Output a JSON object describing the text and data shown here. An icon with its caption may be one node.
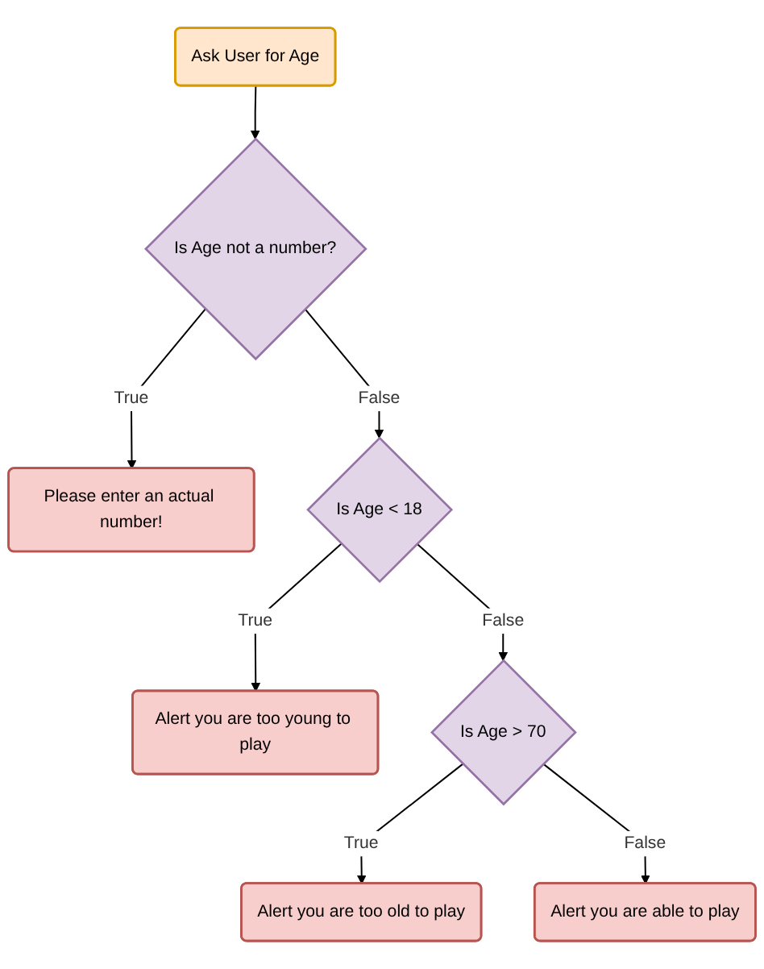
{
  "diagram": {
    "nodes": [
      {
        "text": [
          "Ask User for Age"
        ]
      },
      {
        "text": [
          "Is Age not a number?"
        ]
      },
      {
        "text": [
          "Please enter an actual number!"
        ]
      },
      {
        "text": [
          "Is Age < 18"
        ]
      },
      {
        "text": [
          "Alert you are too young to play"
        ]
      },
      {
        "text": [
          "Is Age > 70"
        ]
      },
      {
        "text": [
          "Alert you are too old to play"
        ]
      },
      {
        "text": [
          "Alert you are able to play"
        ]
      }
    ],
    "edges": [
      {
        "from": 0,
        "to": 1,
        "arrow": "to"
      },
      {
        "from": 1,
        "to": 2,
        "label": "True",
        "arrow": "to"
      },
      {
        "from": 1,
        "to": 3,
        "label": "False",
        "arrow": "to"
      },
      {
        "from": 3,
        "to": 4,
        "label": "True",
        "arrow": "to"
      },
      {
        "from": 3,
        "to": 5,
        "label": "False",
        "arrow": "to"
      },
      {
        "from": 5,
        "to": 6,
        "label": "True",
        "arrow": "to"
      },
      {
        "from": 5,
        "to": 7,
        "label": "False",
        "arrow": "to"
      }
    ]
  }
}
